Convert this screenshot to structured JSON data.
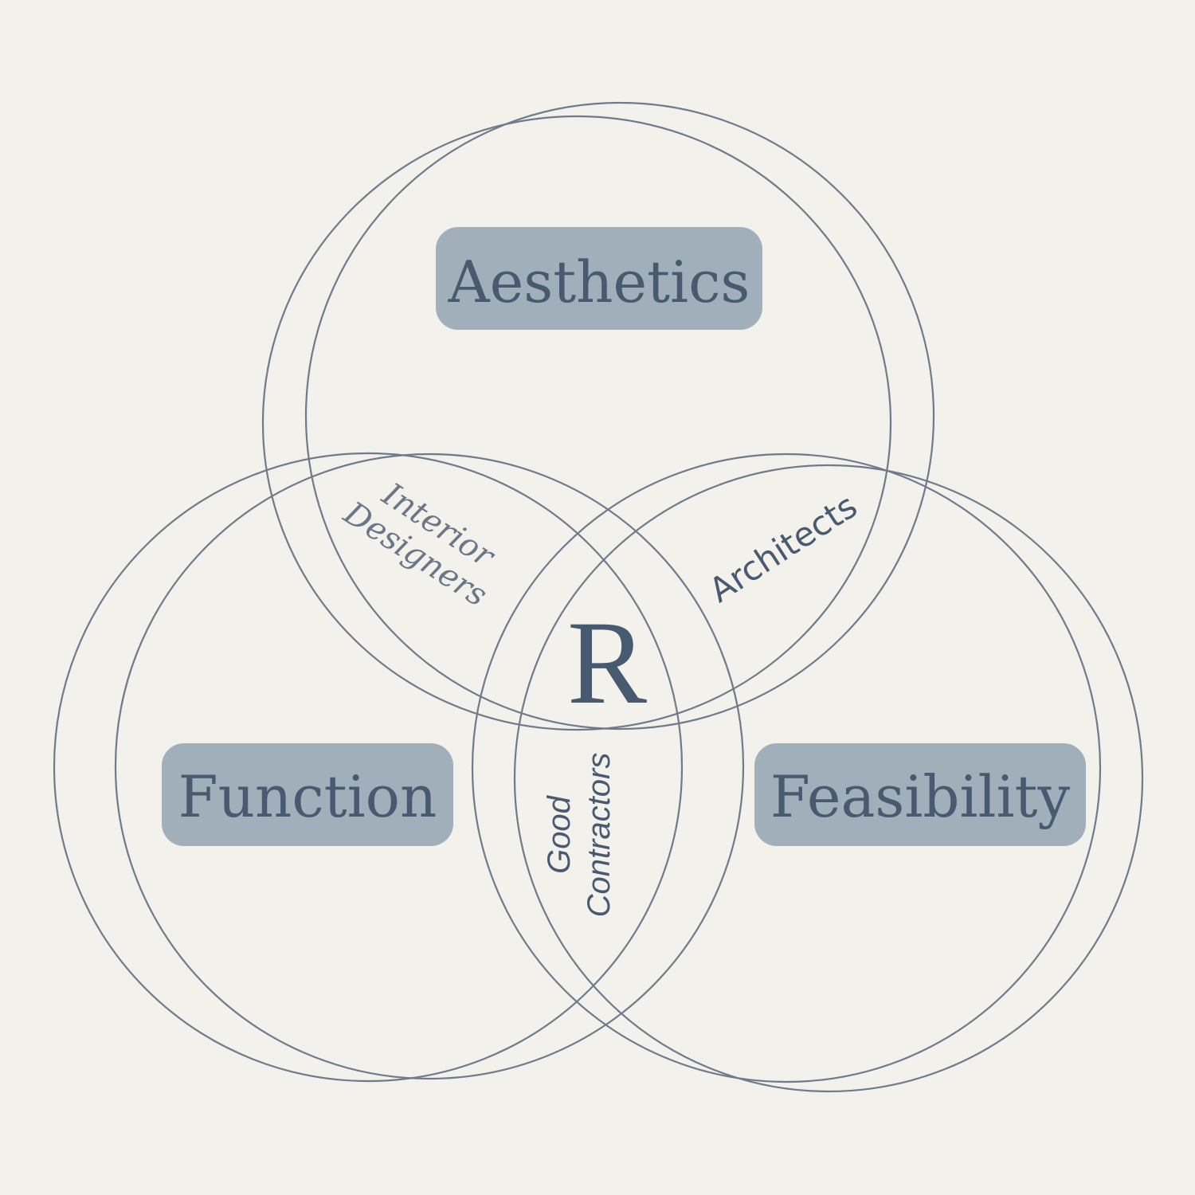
{
  "colors": {
    "background": "#f3f1eb",
    "ring": "#6e7b8b",
    "pill_fill": "#a1afbb",
    "text": "#485a70",
    "text_light": "#6a7787"
  },
  "circles": {
    "aesthetics": "Aesthetics",
    "function": "Function",
    "feasibility": "Feasibility"
  },
  "overlaps": {
    "aesthetics_function": [
      "Interior",
      "Designers"
    ],
    "aesthetics_feasibility": "Architects",
    "function_feasibility": [
      "Good",
      "Contractors"
    ]
  },
  "center": "R"
}
